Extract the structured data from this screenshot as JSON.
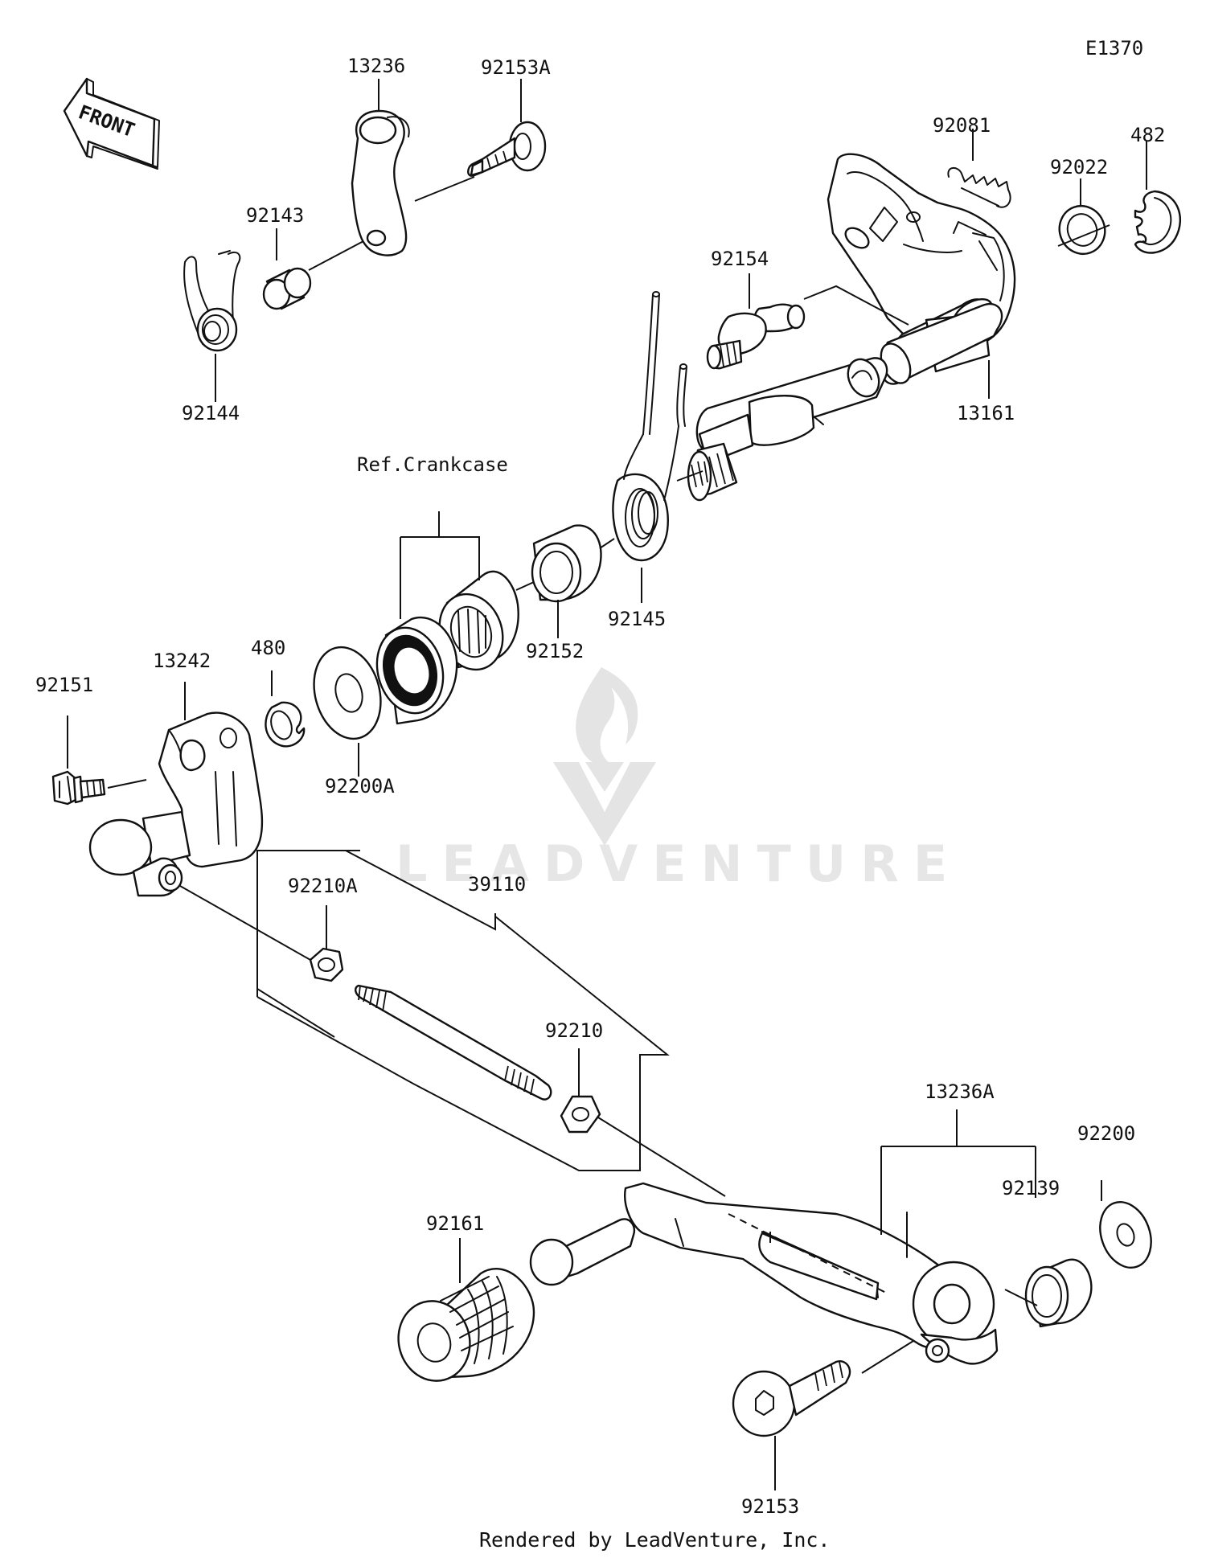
{
  "diagram_code": "E1370",
  "front_label": "FRONT",
  "group_label": "Ref.Crankcase",
  "footer": "Rendered by LeadVenture, Inc.",
  "watermark": "LEADVENTURE",
  "callouts": {
    "p13236": "13236",
    "p92153A": "92153A",
    "p92143": "92143",
    "p92144": "92144",
    "p92081": "92081",
    "p482": "482",
    "p92022": "92022",
    "p92154": "92154",
    "p13161": "13161",
    "p92145": "92145",
    "p92152": "92152",
    "p480": "480",
    "p13242": "13242",
    "p92151": "92151",
    "p92200A": "92200A",
    "p92210A": "92210A",
    "p39110": "39110",
    "p92210": "92210",
    "p13236A": "13236A",
    "p92200": "92200",
    "p92139": "92139",
    "p92161": "92161",
    "p92153": "92153"
  }
}
